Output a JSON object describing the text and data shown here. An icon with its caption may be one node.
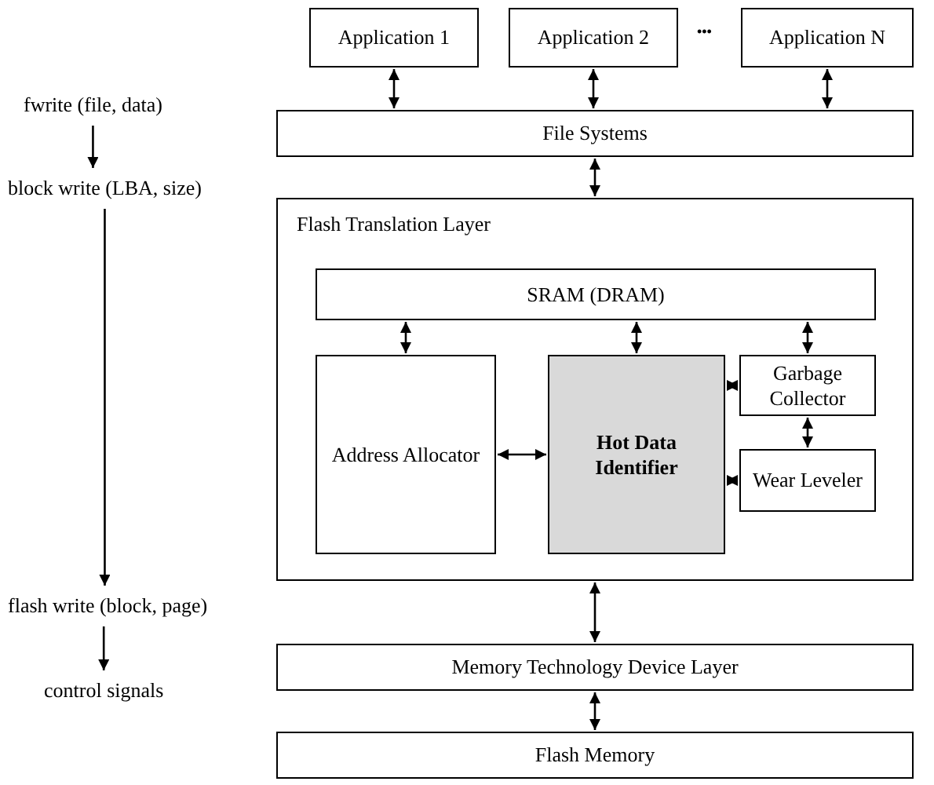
{
  "diagram": {
    "nodes": [
      {
        "text": [
          "Application 1"
        ]
      },
      {
        "text": [
          "Application 2"
        ]
      },
      {
        "text": [
          "Application N"
        ]
      },
      {
        "text": [
          "fwrite (file, data)"
        ]
      },
      {
        "text": [
          "File Systems"
        ]
      },
      {
        "text": [
          "block write (LBA, size)"
        ]
      },
      {
        "text": [
          "Flash Translation Layer"
        ]
      },
      {
        "text": [
          "SRAM (DRAM)"
        ],
        "in": 6
      },
      {
        "text": [
          "Address Allocator"
        ],
        "in": 6
      },
      {
        "text": [
          "Hot Data Identifier"
        ],
        "in": 6
      },
      {
        "text": [
          "Garbage Collector"
        ],
        "in": 6
      },
      {
        "text": [
          "Wear Leveler"
        ],
        "in": 6
      },
      {
        "text": [
          "flash write (block, page)"
        ]
      },
      {
        "text": [
          "Memory Technology Device Layer"
        ]
      },
      {
        "text": [
          "control signals"
        ]
      },
      {
        "text": [
          "Flash Memory"
        ]
      }
    ],
    "edges": [
      {
        "from": 0,
        "to": 4,
        "arrow": "both"
      },
      {
        "from": 1,
        "to": 4,
        "arrow": "both"
      },
      {
        "from": 2,
        "to": 4,
        "arrow": "both"
      },
      {
        "from": 3,
        "to": 5,
        "arrow": "to"
      },
      {
        "from": 4,
        "to": 6,
        "arrow": "both"
      },
      {
        "from": 5,
        "to": 12,
        "arrow": "to"
      },
      {
        "from": 7,
        "to": 8,
        "arrow": "both"
      },
      {
        "from": 7,
        "to": 9,
        "arrow": "both"
      },
      {
        "from": 7,
        "to": 10,
        "arrow": "both"
      },
      {
        "from": 8,
        "to": 9,
        "arrow": "both"
      },
      {
        "from": 9,
        "to": 10,
        "arrow": "both"
      },
      {
        "from": 9,
        "to": 11,
        "arrow": "both"
      },
      {
        "from": 10,
        "to": 11,
        "arrow": "both"
      },
      {
        "from": 6,
        "to": 13,
        "arrow": "both"
      },
      {
        "from": 12,
        "to": 14,
        "arrow": "to"
      },
      {
        "from": 13,
        "to": 15,
        "arrow": "both"
      }
    ],
    "labels": [
      "•••"
    ]
  }
}
